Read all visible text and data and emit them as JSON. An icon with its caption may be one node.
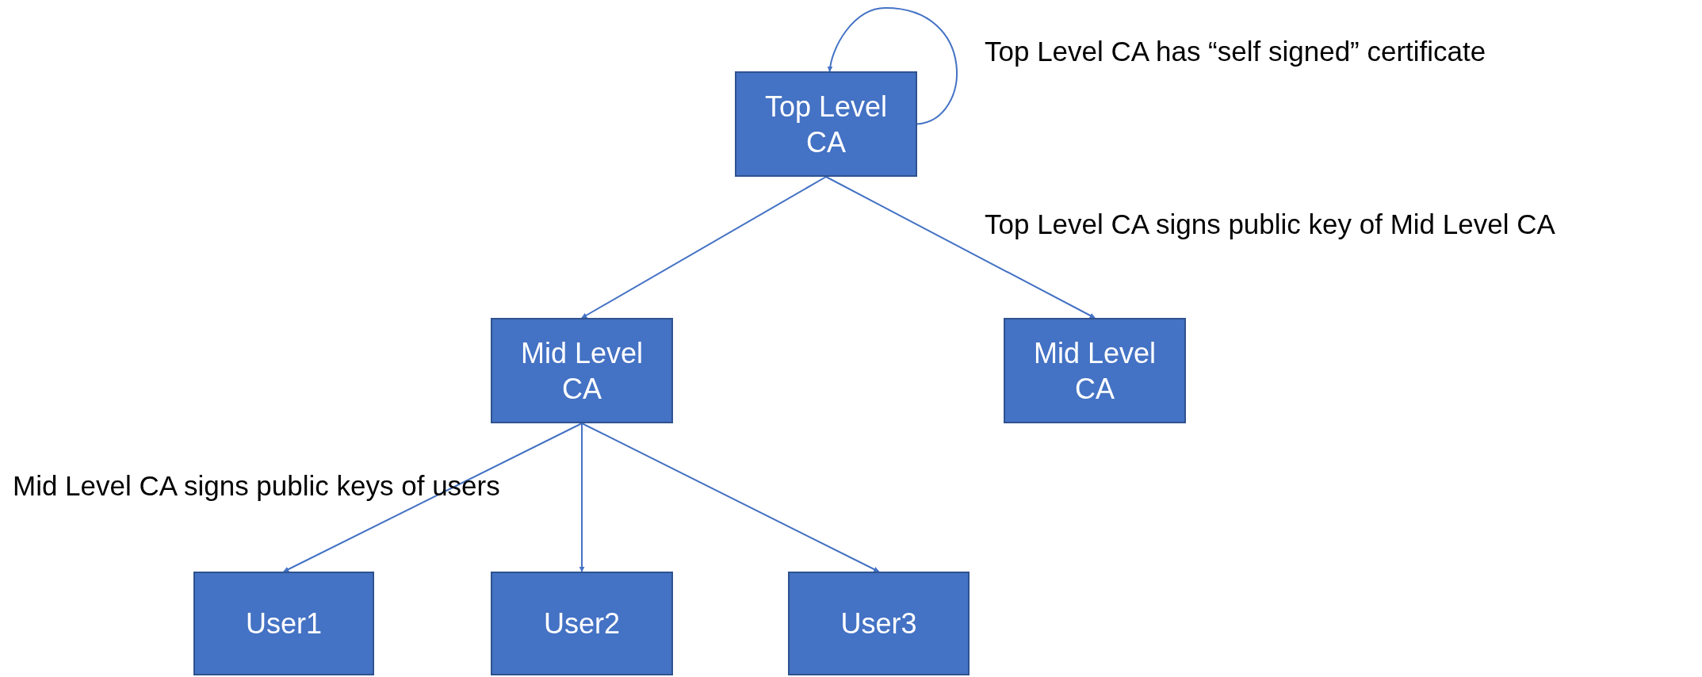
{
  "diagram": {
    "nodes": [
      {
        "text": [
          "Top Level CA"
        ]
      },
      {
        "text": [
          "Mid Level CA"
        ]
      },
      {
        "text": [
          "Mid Level CA"
        ]
      },
      {
        "text": [
          "User1"
        ]
      },
      {
        "text": [
          "User2"
        ]
      },
      {
        "text": [
          "User3"
        ]
      }
    ],
    "edges": [
      {
        "from": 0,
        "to": 0,
        "arrow": "to"
      },
      {
        "from": 0,
        "to": 1,
        "arrow": "to"
      },
      {
        "from": 0,
        "to": 2,
        "arrow": "to"
      },
      {
        "from": 1,
        "to": 3,
        "arrow": "to"
      },
      {
        "from": 1,
        "to": 4,
        "arrow": "to"
      },
      {
        "from": 1,
        "to": 5,
        "arrow": "to"
      }
    ],
    "labels": [
      "Top Level CA has “self signed” certificate",
      "Top Level CA signs public key of Mid Level CA",
      "Mid Level CA signs public keys of users"
    ]
  }
}
